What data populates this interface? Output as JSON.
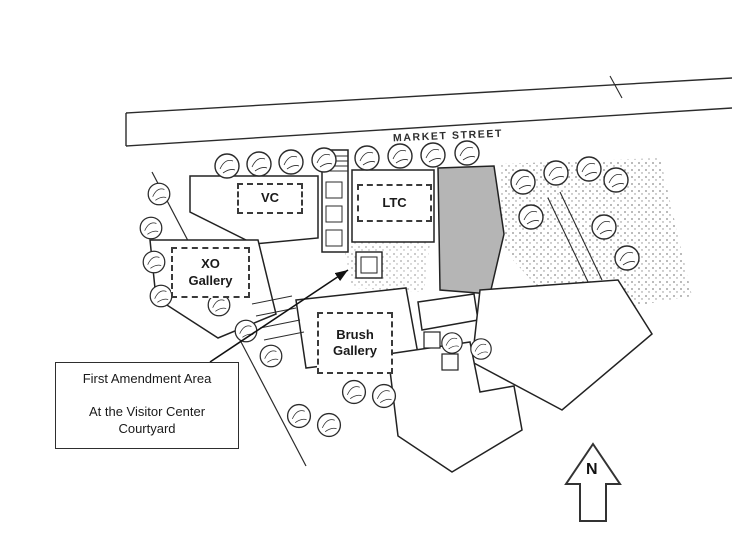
{
  "map": {
    "street_label": "MARKET STREET",
    "buildings": [
      {
        "id": "vc",
        "label": "VC"
      },
      {
        "id": "ltc",
        "label": "LTC"
      },
      {
        "id": "xo",
        "label_line1": "XO",
        "label_line2": "Gallery"
      },
      {
        "id": "brush",
        "label_line1": "Brush",
        "label_line2": "Gallery"
      }
    ],
    "callout": {
      "line1": "First Amendment Area",
      "line2": "At the Visitor Center",
      "line3": "Courtyard"
    },
    "north_label": "N",
    "colors": {
      "ink": "#2b2b2b",
      "shaded_building": "#b5b5b5",
      "paper": "#ffffff"
    }
  }
}
